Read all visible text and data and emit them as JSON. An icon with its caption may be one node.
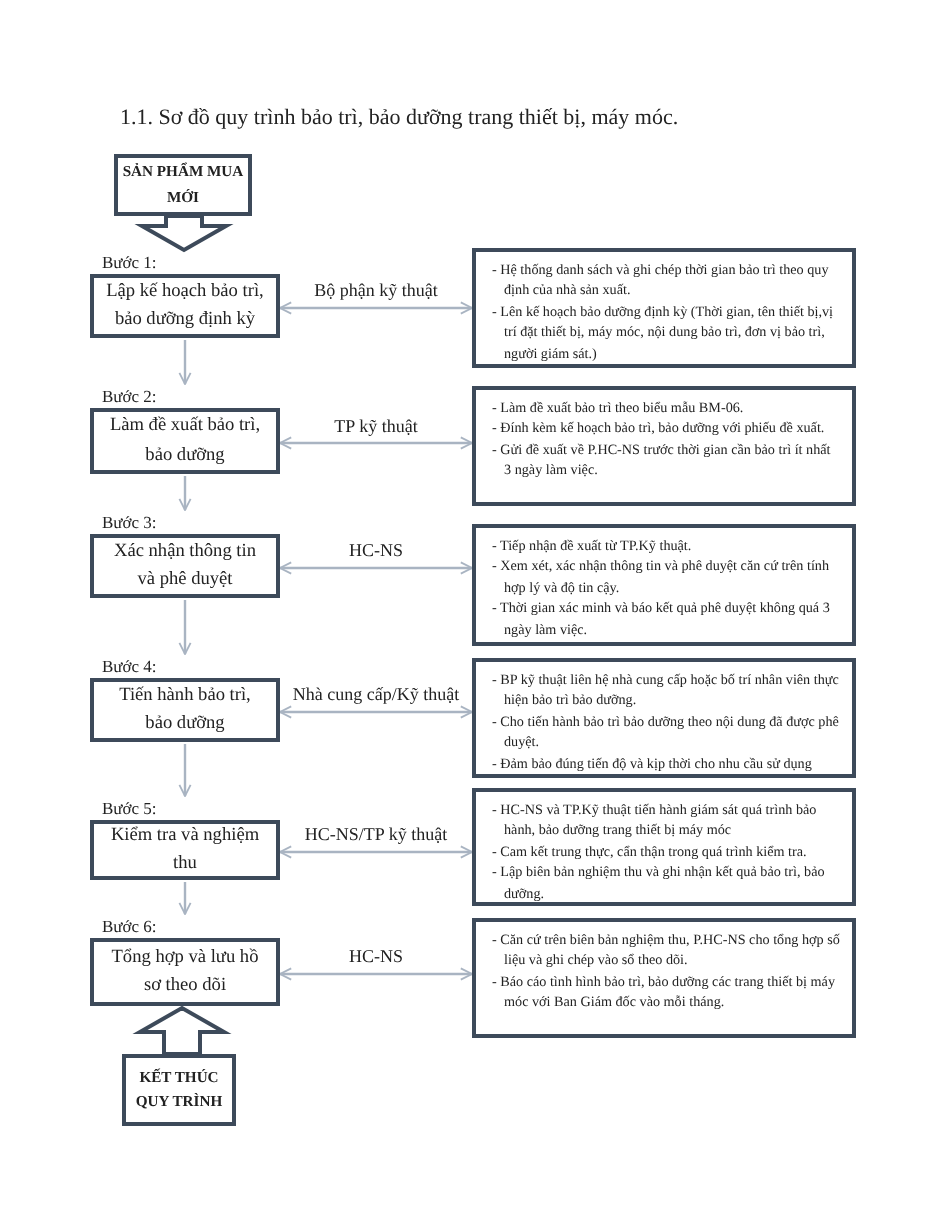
{
  "diagram": {
    "title": "1.1. Sơ đồ quy trình bảo trì, bảo dưỡng trang thiết bị, máy móc.",
    "nodes": [
      {
        "text": [
          "SẢN PHẨM MUA MỚI"
        ]
      },
      {
        "text": [
          "Bước 1:",
          "Lập kế hoạch bảo trì, bảo dưỡng định kỳ"
        ]
      },
      {
        "text": [
          "- Hệ thống danh sách và ghi chép thời gian bảo trì theo quy định của nhà sản xuất.",
          "- Lên kế hoạch bảo dưỡng định kỳ (Thời gian, tên thiết bị,vị trí đặt thiết bị, máy móc, nội dung bảo trì, đơn vị bảo trì, người giám sát.)"
        ]
      },
      {
        "text": [
          "Bước 2:",
          "Làm đề xuất bảo trì, bảo dưỡng"
        ]
      },
      {
        "text": [
          "- Làm đề xuất bảo trì theo biểu mẫu BM-06.",
          "- Đính kèm kế hoạch bảo trì, bảo dưỡng với phiếu đề xuất.",
          "- Gửi đề xuất về P.HC-NS trước thời gian cần bảo trì ít nhất 3 ngày làm việc."
        ]
      },
      {
        "text": [
          "Bước 3:",
          "Xác nhận thông tin và phê duyệt"
        ]
      },
      {
        "text": [
          "- Tiếp nhận đề xuất từ TP.Kỹ thuật.",
          "- Xem xét, xác nhận thông tin và phê duyệt căn cứ trên tính hợp lý và độ tin cậy.",
          "- Thời gian xác minh và báo kết quả phê duyệt không quá 3 ngày làm việc."
        ]
      },
      {
        "text": [
          "Bước 4:",
          "Tiến hành bảo trì, bảo dưỡng"
        ]
      },
      {
        "text": [
          "- BP kỹ thuật liên hệ nhà cung cấp hoặc bố trí nhân viên thực hiện bảo trì bảo dưỡng.",
          "- Cho tiến hành bảo trì bảo dưỡng theo nội dung đã được phê duyệt.",
          "- Đảm bảo đúng tiến độ và kịp thời cho nhu cầu sử dụng"
        ]
      },
      {
        "text": [
          "Bước 5:",
          "Kiểm tra và nghiệm thu"
        ]
      },
      {
        "text": [
          "- HC-NS và TP.Kỹ thuật tiến hành giám sát quá trình bảo hành, bảo dưỡng trang thiết bị máy móc",
          "- Cam kết trung thực, cẩn thận trong quá trình kiểm tra.",
          "- Lập biên bản nghiệm thu và ghi nhận kết quả bảo trì, bảo dưỡng."
        ]
      },
      {
        "text": [
          "Bước 6:",
          "Tổng hợp và lưu hồ sơ theo dõi"
        ]
      },
      {
        "text": [
          "- Căn cứ trên biên bản nghiệm thu, P.HC-NS cho tổng hợp số liệu và ghi chép vào sổ theo dõi.",
          "- Báo cáo tình hình bảo trì, bảo dưỡng các trang thiết bị máy móc với Ban Giám đốc vào mỗi tháng."
        ]
      },
      {
        "text": [
          "KẾT THÚC QUY TRÌNH"
        ]
      }
    ],
    "edges": [
      {
        "from": 0,
        "to": 1,
        "arrow": "to",
        "style": "thick",
        "color": "#3d4a5a"
      },
      {
        "from": 1,
        "to": 2,
        "arrow": "both",
        "label": "Bộ phận kỹ thuật"
      },
      {
        "from": 1,
        "to": 3,
        "arrow": "to"
      },
      {
        "from": 3,
        "to": 4,
        "arrow": "both",
        "label": "TP kỹ thuật"
      },
      {
        "from": 3,
        "to": 5,
        "arrow": "to"
      },
      {
        "from": 5,
        "to": 6,
        "arrow": "both",
        "label": "HC-NS"
      },
      {
        "from": 5,
        "to": 7,
        "arrow": "to"
      },
      {
        "from": 7,
        "to": 8,
        "arrow": "both",
        "label": "Nhà cung cấp/Kỹ thuật"
      },
      {
        "from": 7,
        "to": 9,
        "arrow": "to"
      },
      {
        "from": 9,
        "to": 10,
        "arrow": "both",
        "label": "HC-NS/TP kỹ thuật"
      },
      {
        "from": 9,
        "to": 11,
        "arrow": "to"
      },
      {
        "from": 11,
        "to": 12,
        "arrow": "both",
        "label": "HC-NS"
      },
      {
        "from": 13,
        "to": 11,
        "arrow": "to",
        "style": "thick",
        "color": "#3d4a5a"
      }
    ]
  }
}
